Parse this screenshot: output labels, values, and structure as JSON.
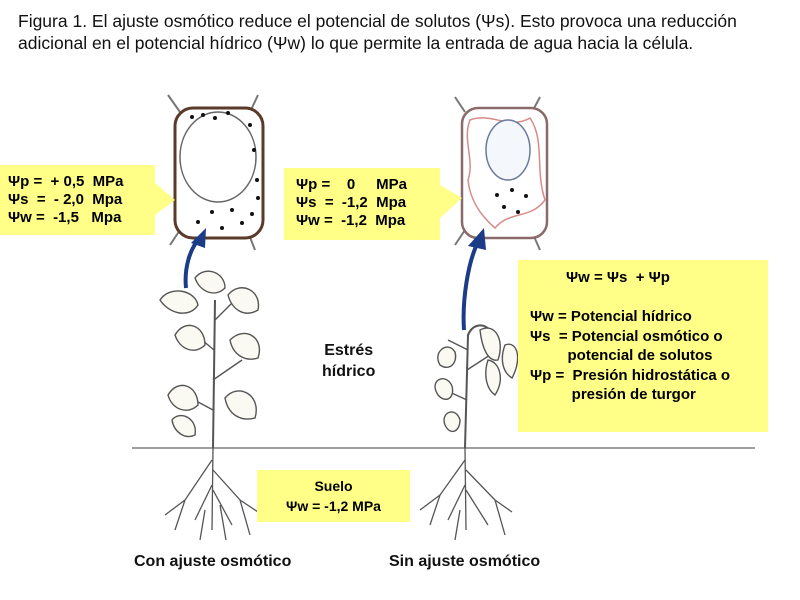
{
  "caption": "Figura 1.  El ajuste osmótico reduce el potencial de solutos (Ψs). Esto provoca una reducción adicional en el potencial hídrico (Ψw) lo que permite la entrada de agua hacia la célula.",
  "box_left": [
    "Ψp =  + 0,5  MPa",
    "Ψs  =  - 2,0  Mpa",
    "Ψw =  -1,5   Mpa"
  ],
  "box_middle": [
    "Ψp =    0     MPa",
    "Ψs  =  -1,2  Mpa",
    "Ψw =  -1,2  Mpa"
  ],
  "legend": {
    "formula": "Ψw = Ψs  + Ψp",
    "lines": [
      "Ψw = Potencial hídrico",
      "Ψs  = Potencial osmótico o",
      "         potencial de solutos",
      "Ψp =  Presión hidrostática o",
      "          presión de turgor"
    ]
  },
  "soil": {
    "title": "Suelo",
    "value": "Ψw = -1,2 MPa"
  },
  "stress_label": [
    "Estrés",
    "hídrico"
  ],
  "label_left": "Con ajuste osmótico",
  "label_right": "Sin ajuste osmótico",
  "colors": {
    "box": "#ffff88",
    "arrow": "#1c3c88",
    "cell_wall": "#5a3a2a",
    "wilted_cell": "#d88a8a"
  }
}
